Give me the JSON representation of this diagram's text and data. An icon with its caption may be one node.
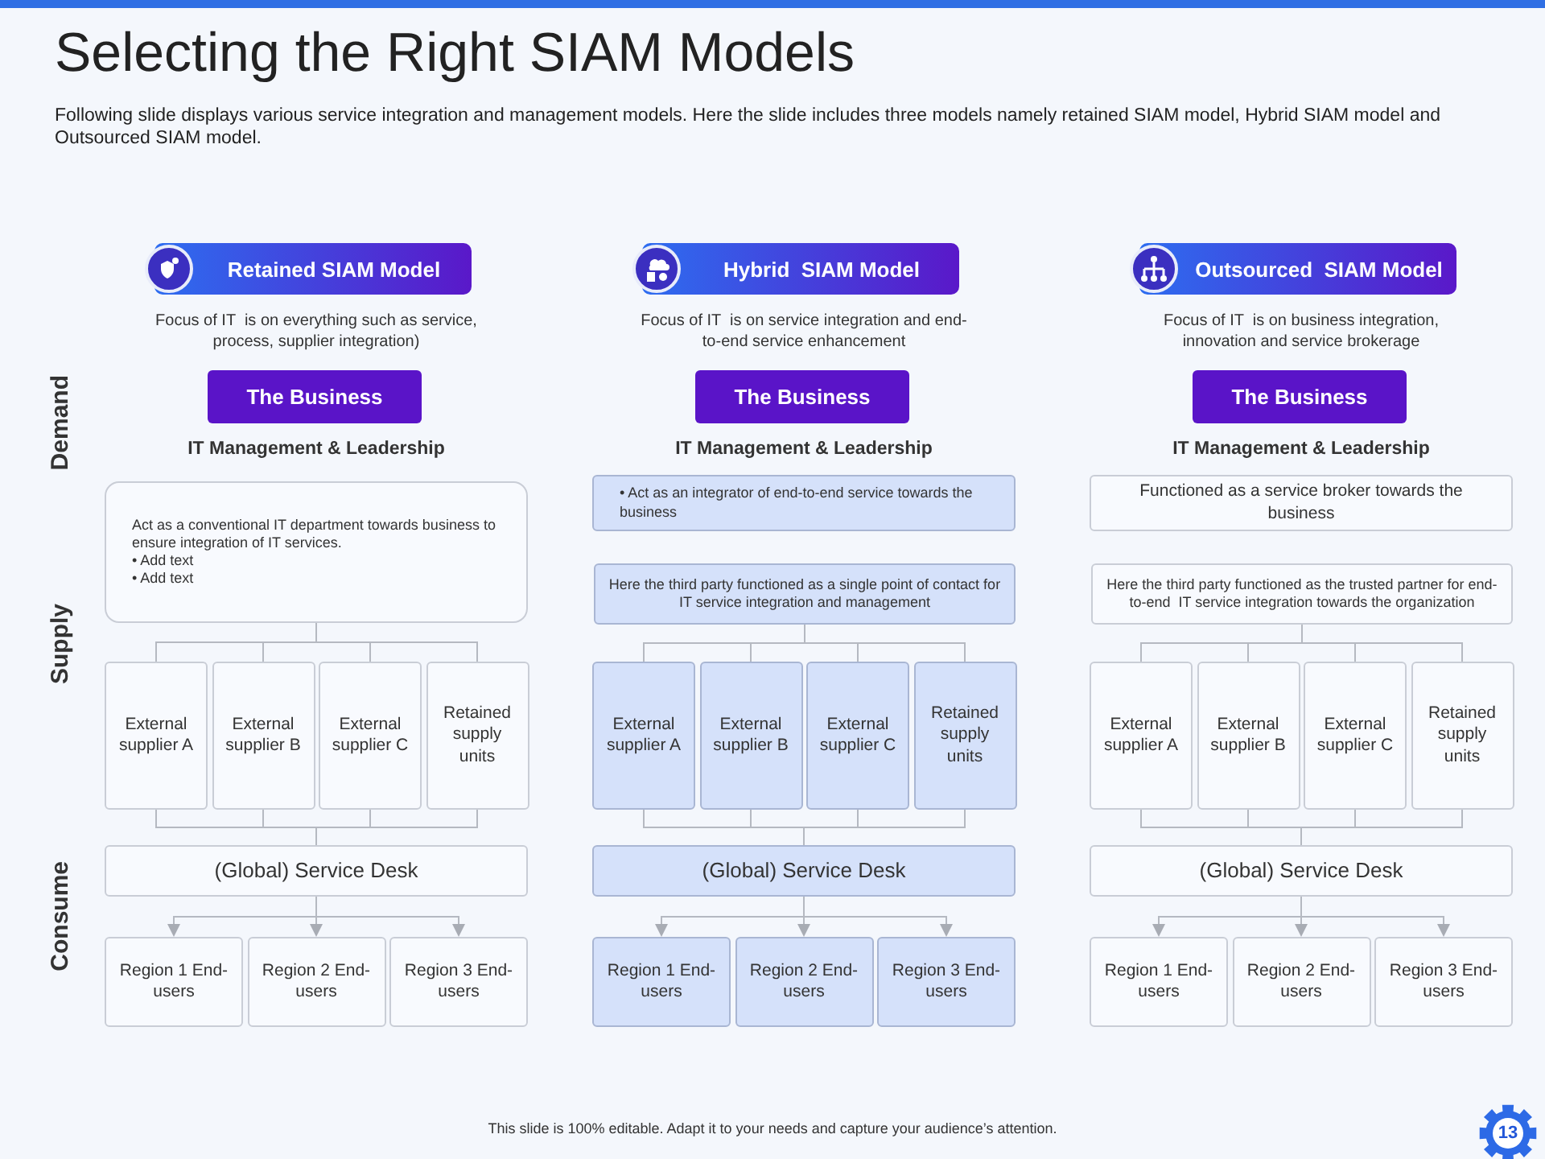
{
  "diagram": {
    "title": "Selecting the Right SIAM Models",
    "nodes": [
      {
        "text": [
          "Retained SIAM Model"
        ],
        "beside": [
          "Focus of IT  is on everything such as service, process, supplier integration)"
        ]
      },
      {
        "text": [
          "The Business"
        ]
      },
      {
        "text": [
          "IT Management & Leadership",
          "Act as a conventional IT department towards business to ensure integration of IT services.",
          "• Add text",
          "• Add text"
        ]
      },
      {
        "text": [
          "External supplier A"
        ]
      },
      {
        "text": [
          "External supplier B"
        ]
      },
      {
        "text": [
          "External supplier C"
        ]
      },
      {
        "text": [
          "Retained supply units"
        ]
      },
      {
        "text": [
          "(Global) Service Desk"
        ]
      },
      {
        "text": [
          "Region 1 End-users"
        ]
      },
      {
        "text": [
          "Region 2 End-users"
        ]
      },
      {
        "text": [
          "Region 3 End-users"
        ]
      },
      {
        "text": [
          "Hybrid  SIAM Model"
        ],
        "beside": [
          "Focus of IT  is on service integration and end-to-end service enhancement"
        ]
      },
      {
        "text": [
          "The Business"
        ]
      },
      {
        "text": [
          "IT Management & Leadership",
          "• Act as an integrator of end-to-end service towards the business"
        ]
      },
      {
        "text": [
          "Here the third party functioned as a single point of contact for IT service integration and management"
        ]
      },
      {
        "text": [
          "External supplier A"
        ]
      },
      {
        "text": [
          "External supplier B"
        ]
      },
      {
        "text": [
          "External supplier C"
        ]
      },
      {
        "text": [
          "Retained supply units"
        ]
      },
      {
        "text": [
          "(Global) Service Desk"
        ]
      },
      {
        "text": [
          "Region 1 End-users"
        ]
      },
      {
        "text": [
          "Region 2 End-users"
        ]
      },
      {
        "text": [
          "Region 3 End-users"
        ]
      },
      {
        "text": [
          "Outsourced  SIAM Model"
        ],
        "beside": [
          "Focus of IT  is on business integration, innovation and service brokerage"
        ]
      },
      {
        "text": [
          "The Business"
        ]
      },
      {
        "text": [
          "IT Management & Leadership",
          "Functioned as a service broker towards the business"
        ]
      },
      {
        "text": [
          "Here the third party functioned as the trusted partner for end-to-end  IT service integration towards the organization"
        ]
      },
      {
        "text": [
          "External supplier A"
        ]
      },
      {
        "text": [
          "External supplier B"
        ]
      },
      {
        "text": [
          "External supplier C"
        ]
      },
      {
        "text": [
          "Retained supply units"
        ]
      },
      {
        "text": [
          "(Global) Service Desk"
        ]
      },
      {
        "text": [
          "Region 1 End-users"
        ]
      },
      {
        "text": [
          "Region 2 End-users"
        ]
      },
      {
        "text": [
          "Region 3 End-users"
        ]
      }
    ],
    "edges": [
      {
        "from": 2,
        "to": 3,
        "arrow": "none"
      },
      {
        "from": 2,
        "to": 4,
        "arrow": "none"
      },
      {
        "from": 2,
        "to": 5,
        "arrow": "none"
      },
      {
        "from": 2,
        "to": 6,
        "arrow": "none"
      },
      {
        "from": 3,
        "to": 7,
        "arrow": "none"
      },
      {
        "from": 4,
        "to": 7,
        "arrow": "none"
      },
      {
        "from": 5,
        "to": 7,
        "arrow": "none"
      },
      {
        "from": 6,
        "to": 7,
        "arrow": "none"
      },
      {
        "from": 7,
        "to": 8,
        "arrow": "to"
      },
      {
        "from": 7,
        "to": 9,
        "arrow": "to"
      },
      {
        "from": 7,
        "to": 10,
        "arrow": "to"
      },
      {
        "from": 14,
        "to": 15,
        "arrow": "none"
      },
      {
        "from": 14,
        "to": 16,
        "arrow": "none"
      },
      {
        "from": 14,
        "to": 17,
        "arrow": "none"
      },
      {
        "from": 14,
        "to": 18,
        "arrow": "none"
      },
      {
        "from": 15,
        "to": 19,
        "arrow": "none"
      },
      {
        "from": 16,
        "to": 19,
        "arrow": "none"
      },
      {
        "from": 17,
        "to": 19,
        "arrow": "none"
      },
      {
        "from": 18,
        "to": 19,
        "arrow": "none"
      },
      {
        "from": 19,
        "to": 20,
        "arrow": "to"
      },
      {
        "from": 19,
        "to": 21,
        "arrow": "to"
      },
      {
        "from": 19,
        "to": 22,
        "arrow": "to"
      },
      {
        "from": 26,
        "to": 27,
        "arrow": "none"
      },
      {
        "from": 26,
        "to": 28,
        "arrow": "none"
      },
      {
        "from": 26,
        "to": 29,
        "arrow": "none"
      },
      {
        "from": 26,
        "to": 30,
        "arrow": "none"
      },
      {
        "from": 27,
        "to": 31,
        "arrow": "none"
      },
      {
        "from": 28,
        "to": 31,
        "arrow": "none"
      },
      {
        "from": 29,
        "to": 31,
        "arrow": "none"
      },
      {
        "from": 30,
        "to": 31,
        "arrow": "none"
      },
      {
        "from": 31,
        "to": 32,
        "arrow": "to"
      },
      {
        "from": 31,
        "to": 33,
        "arrow": "to"
      },
      {
        "from": 31,
        "to": 34,
        "arrow": "to"
      }
    ],
    "labels": [
      "Following slide displays various service integration and management models. Here the slide includes three models namely retained SIAM model, Hybrid SIAM  model and Outsourced SIAM  model.",
      "Demand",
      "Supply",
      "Consume",
      "This slide is 100% editable. Adapt it to your needs and capture your audience’s attention.",
      "13"
    ]
  }
}
